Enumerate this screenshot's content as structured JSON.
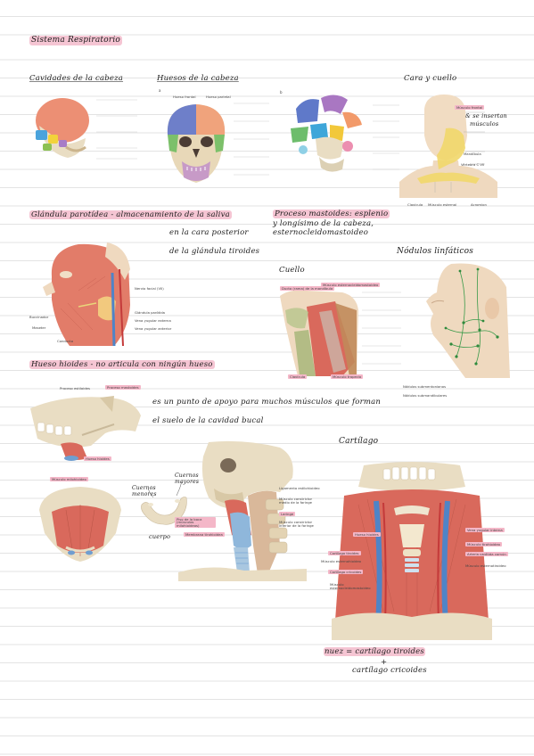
{
  "header": {
    "title": "Sistema Respiratorio"
  },
  "sections": {
    "cavidades": "Cavidades de la cabeza",
    "huesos": "Huesos de la cabeza",
    "cara_cuello": "Cara y cuello",
    "cara_note_1": "& se insertan",
    "cara_note_2": "músculos",
    "parotida_1": "Glándula parotídea - almacenamiento de la saliva",
    "parotida_2": "en la cara posterior",
    "parotida_3": "de la glándula tiroides",
    "mastoides_1": "Proceso mastoides: esplenio",
    "mastoides_2": "y longísimo de la cabeza,",
    "mastoides_3": "esternocleidomastoideo",
    "ganglios": "Nódulos linfáticos",
    "cuello": "Cuello",
    "hioides": "Hueso hioides - no articula con ningún hueso",
    "hioides_desc_1": "es un punto de apoyo para muchos músculos que forman",
    "hioides_desc_2": "el suelo de la cavidad bucal",
    "cartilago": "Cartílago",
    "cuernos_menores": [
      "Cuernos",
      "menores"
    ],
    "cuernos_mayores": [
      "Cuernos",
      "mayores"
    ],
    "cuerpo": "cuerpo",
    "nuez_1": "nuez = cartílago tiroides",
    "nuez_plus": "+",
    "nuez_2": "cartílago cricoides"
  },
  "fig_labels": {
    "huesos_skull_1": "Hueso frontal",
    "huesos_skull_2": "Hueso parietal",
    "cara_1": "Músculo frontal",
    "cara_2": "Mandíbula",
    "cara_3": "Vértebra C VII",
    "cara_4": "Clavícula",
    "cara_5": "Músculo esternal",
    "cara_6": "Acromion",
    "parotid_1": "Nervio facial (VII)",
    "parotid_2": "Glándula parótida",
    "parotid_3": "Vena yugular externa",
    "parotid_4": "Vena yugular anterior",
    "parotid_5": "Buccinador",
    "parotid_6": "Maseter",
    "parotid_7": "Conducto",
    "neck_1": "Ducto (rama) de la mandíbula",
    "neck_2": "Músculo esternocleidomastoideo",
    "neck_3": "Clavícula",
    "neck_4": "Músculo trapecio",
    "lymph_1": "Nódulos submentonianos",
    "lymph_2": "Nódulos submandibulares",
    "hyoid_1": "Proceso estiloides",
    "hyoid_2": "Proceso mastoides",
    "hyoid_3": "Hueso hioides",
    "hyoid_4": "Músculo milohioideo",
    "skel_1": "Ligamento estilohioideo",
    "skel_2": "Músculo constrictor medio de la faringe",
    "skel_3": "Laringe",
    "skel_4": "Músculo constrictor inferior de la faringe",
    "skel_5": "Piso de la boca (músculos milohioideos)",
    "skel_6": "Membrana tirohioidea",
    "ant_1": "Hueso hioides",
    "ant_2": "Cartílago tiroides",
    "ant_3": "Cartílago cricoides",
    "ant_4": "Músculo esternohioideo",
    "ant_5": "Músculo esternocleidomastoideo",
    "ant_6": "Vena yugular interna",
    "ant_7": "Músculo tirohioideo",
    "ant_8": "Arteria carótida común",
    "ant_9": "Músculo esternotiroideo",
    "fig_letter_a": "a",
    "fig_letter_b": "b"
  },
  "colors": {
    "highlight": "#ec96af",
    "rule": "#e3e3e3",
    "bone": "#e9ddc3",
    "muscle": "#d9695c",
    "vein": "#5a8fc9"
  }
}
